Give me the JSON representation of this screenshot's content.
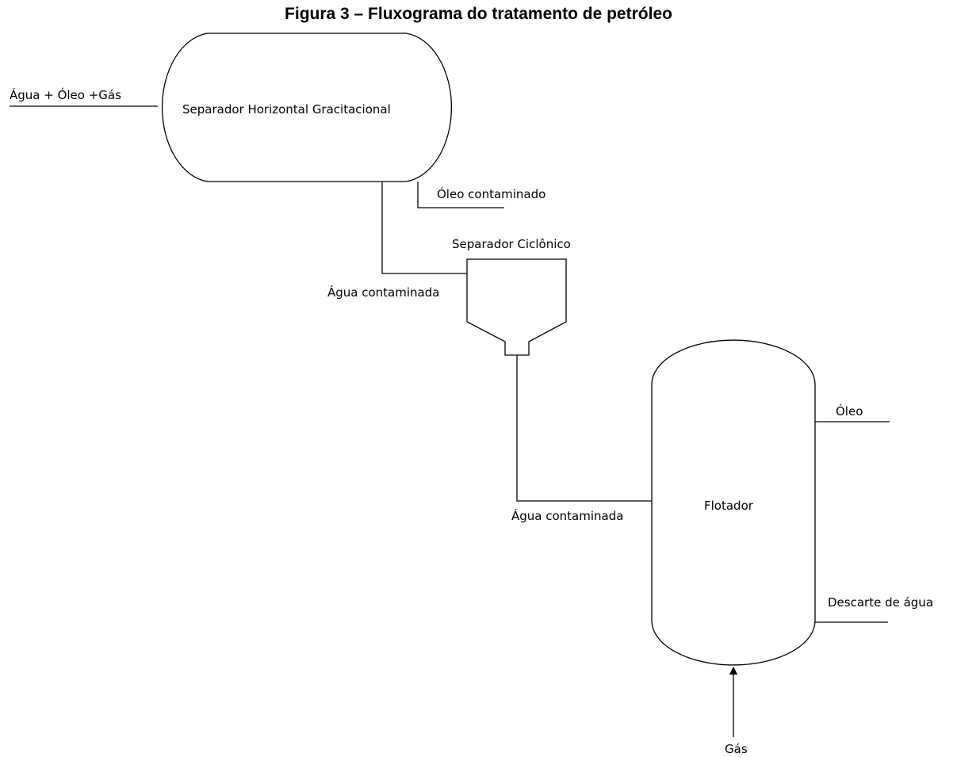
{
  "title": "Figura 3 – Fluxograma do tratamento de petróleo",
  "labels": {
    "input_stream": "Água + Óleo +Gás",
    "horizontal_separator": "Separador Horizontal Gracitacional",
    "contaminated_oil": "Óleo contaminado",
    "cyclonic_separator": "Separador Ciclônico",
    "contaminated_water_1": "Água contaminada",
    "contaminated_water_2": "Água contaminada",
    "flotator": "Flotador",
    "oil_out": "Óleo",
    "water_discharge": "Descarte de água",
    "gas_in": "Gás"
  },
  "colors": {
    "line": "#000000",
    "background": "#ffffff"
  }
}
